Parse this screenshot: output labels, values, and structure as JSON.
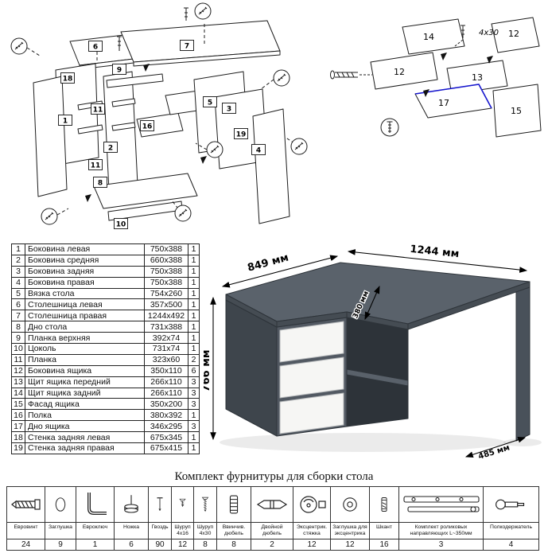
{
  "parts": {
    "rows": [
      {
        "num": "1",
        "name": "Боковина левая",
        "size": "750x388",
        "qty": "1"
      },
      {
        "num": "2",
        "name": "Боковина средняя",
        "size": "660x388",
        "qty": "1"
      },
      {
        "num": "3",
        "name": "Боковина задняя",
        "size": "750x388",
        "qty": "1"
      },
      {
        "num": "4",
        "name": "Боковина правая",
        "size": "750x388",
        "qty": "1"
      },
      {
        "num": "5",
        "name": "Вязка стола",
        "size": "754x260",
        "qty": "1"
      },
      {
        "num": "6",
        "name": "Столешница левая",
        "size": "357x500",
        "qty": "1"
      },
      {
        "num": "7",
        "name": "Столешница правая",
        "size": "1244x492",
        "qty": "1"
      },
      {
        "num": "8",
        "name": "Дно стола",
        "size": "731x388",
        "qty": "1"
      },
      {
        "num": "9",
        "name": "Планка верхняя",
        "size": "392x74",
        "qty": "1"
      },
      {
        "num": "10",
        "name": "Цоколь",
        "size": "731x74",
        "qty": "1"
      },
      {
        "num": "11",
        "name": "Планка",
        "size": "323x60",
        "qty": "2"
      },
      {
        "num": "12",
        "name": "Боковина ящика",
        "size": "350x110",
        "qty": "6"
      },
      {
        "num": "13",
        "name": "Щит ящика передний",
        "size": "266x110",
        "qty": "3"
      },
      {
        "num": "14",
        "name": "Щит ящика задний",
        "size": "266x110",
        "qty": "3"
      },
      {
        "num": "15",
        "name": "Фасад ящика",
        "size": "350x200",
        "qty": "3"
      },
      {
        "num": "16",
        "name": "Полка",
        "size": "380x392",
        "qty": "1"
      },
      {
        "num": "17",
        "name": "Дно ящика",
        "size": "346x295",
        "qty": "3"
      },
      {
        "num": "18",
        "name": "Стенка задняя левая",
        "size": "675x345",
        "qty": "1"
      },
      {
        "num": "19",
        "name": "Стенка задняя правая",
        "size": "675x415",
        "qty": "1"
      }
    ]
  },
  "desk_diagram": {
    "callouts": {
      "n6": "6",
      "n7": "7",
      "n18": "18",
      "n1": "1",
      "n9": "9",
      "n11a": "11",
      "n2": "2",
      "n11b": "11",
      "n8": "8",
      "n16": "16",
      "n10": "10",
      "n5": "5",
      "n3": "3",
      "n19": "19",
      "n4": "4"
    }
  },
  "drawer_diagram": {
    "callouts": {
      "n14": "14",
      "n12a": "12",
      "n12b": "12",
      "n13": "13",
      "n17": "17",
      "n15": "15"
    },
    "screw_note": "4x30",
    "accent_color": "#1717cf"
  },
  "render": {
    "dims": {
      "left_top": "849 мм",
      "right_top": "1244 мм",
      "height": "766 мм",
      "niche": "380 мм",
      "side": "485 мм"
    },
    "colors": {
      "top": "#5a626b",
      "side": "#454c53",
      "drawer": "#f6f6f4",
      "interior": "#2d3339"
    }
  },
  "hardware": {
    "title": "Комплект фурнитуры для сборки стола",
    "items": [
      {
        "name": "Евровинт",
        "qty": "24",
        "icon": "euro-screw"
      },
      {
        "name": "Заглушка",
        "qty": "9",
        "icon": "cap"
      },
      {
        "name": "Евроключ",
        "qty": "1",
        "icon": "hex-key"
      },
      {
        "name": "Ножка",
        "qty": "6",
        "icon": "foot"
      },
      {
        "name": "Гвоздь",
        "qty": "90",
        "icon": "nail"
      },
      {
        "name": "Шуруп 4х16",
        "qty": "12",
        "icon": "screw-short"
      },
      {
        "name": "Шуруп 4х30",
        "qty": "8",
        "icon": "screw-long"
      },
      {
        "name": "Ввинчив. дюбель",
        "qty": "8",
        "icon": "screw-in-dowel"
      },
      {
        "name": "Двойной дюбель",
        "qty": "2",
        "icon": "double-dowel"
      },
      {
        "name": "Эксцентрик. стяжка",
        "qty": "12",
        "icon": "cam-lock"
      },
      {
        "name": "Заглушка для эксцентрика",
        "qty": "12",
        "icon": "cam-cap"
      },
      {
        "name": "Шкант",
        "qty": "16",
        "icon": "wood-dowel"
      },
      {
        "name": "Комплект роликовых направляющих L~350мм",
        "qty": "3",
        "icon": "drawer-slides"
      },
      {
        "name": "Полкодержатель",
        "qty": "4",
        "icon": "shelf-pin"
      }
    ]
  }
}
